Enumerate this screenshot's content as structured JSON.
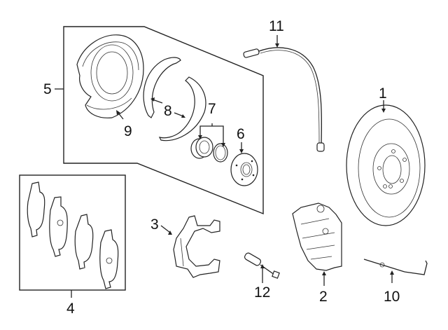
{
  "diagram": {
    "type": "exploded parts diagram",
    "subject": "rear brake components",
    "callouts": [
      {
        "id": "1",
        "label": "1",
        "part": "brake-rotor"
      },
      {
        "id": "2",
        "label": "2",
        "part": "brake-caliper"
      },
      {
        "id": "3",
        "label": "3",
        "part": "caliper-bracket"
      },
      {
        "id": "4",
        "label": "4",
        "part": "brake-pad-set"
      },
      {
        "id": "5",
        "label": "5",
        "part": "parking-brake-assembly-group"
      },
      {
        "id": "6",
        "label": "6",
        "part": "wheel-hub"
      },
      {
        "id": "7",
        "label": "7",
        "part": "wheel-bearing-and-snap-ring"
      },
      {
        "id": "8",
        "label": "8",
        "part": "parking-brake-shoes"
      },
      {
        "id": "9",
        "label": "9",
        "part": "backing-plate"
      },
      {
        "id": "10",
        "label": "10",
        "part": "pad-wear-sensor-rear"
      },
      {
        "id": "11",
        "label": "11",
        "part": "abs-speed-sensor"
      },
      {
        "id": "12",
        "label": "12",
        "part": "pad-wear-sensor"
      }
    ]
  }
}
